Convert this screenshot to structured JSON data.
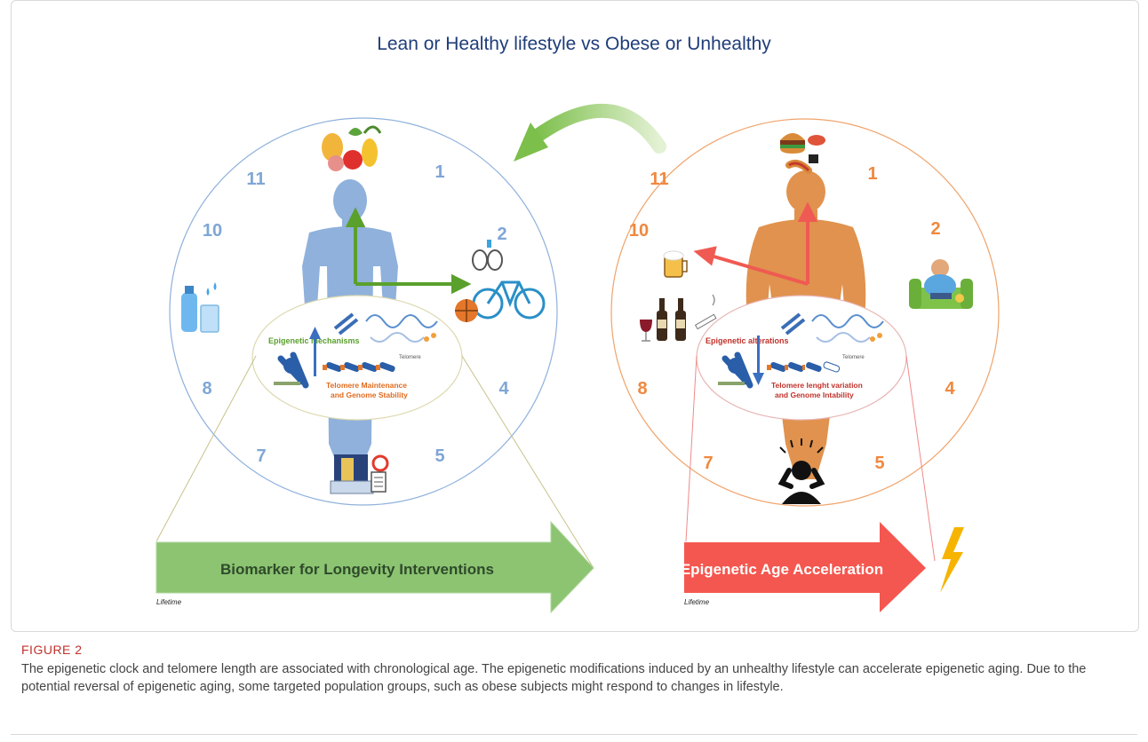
{
  "figure": {
    "title": "Lean or Healthy lifestyle vs Obese or Unhealthy",
    "left_clock": {
      "numbers": [
        "11",
        "1",
        "10",
        "2",
        "8",
        "4",
        "7",
        "5"
      ],
      "panel_heading": "Epigenetic mechanisms",
      "panel_text_1": "Telomere Maintenance",
      "panel_text_2": "and Genome Stability",
      "telomere_label": "Telomere",
      "arrow_label": "Biomarker for Longevity Interventions",
      "axis_label": "Lifetime",
      "color": "#7fa6d6",
      "body_color": "#8fb1dc",
      "accent": "#5aa02c"
    },
    "right_clock": {
      "numbers": [
        "11",
        "1",
        "10",
        "2",
        "8",
        "4",
        "7",
        "5"
      ],
      "panel_heading": "Epigenetic alterations",
      "panel_text_1": "Telomere lenght variation",
      "panel_text_2": "and Genome Intability",
      "telomere_label": "Telomere",
      "arrow_label": "Epigenetic Age Acceleration",
      "axis_label": "Lifetime",
      "color": "#f0883e",
      "body_color": "#e0924e",
      "accent": "#ef5a52"
    }
  },
  "caption": {
    "label": "FIGURE 2",
    "text": "The epigenetic clock and telomere length are associated with chronological age. The epigenetic modifications induced by an unhealthy lifestyle can accelerate epigenetic aging. Due to the potential reversal of epigenetic aging, some targeted population groups, such as obese subjects might respond to changes in lifestyle."
  }
}
